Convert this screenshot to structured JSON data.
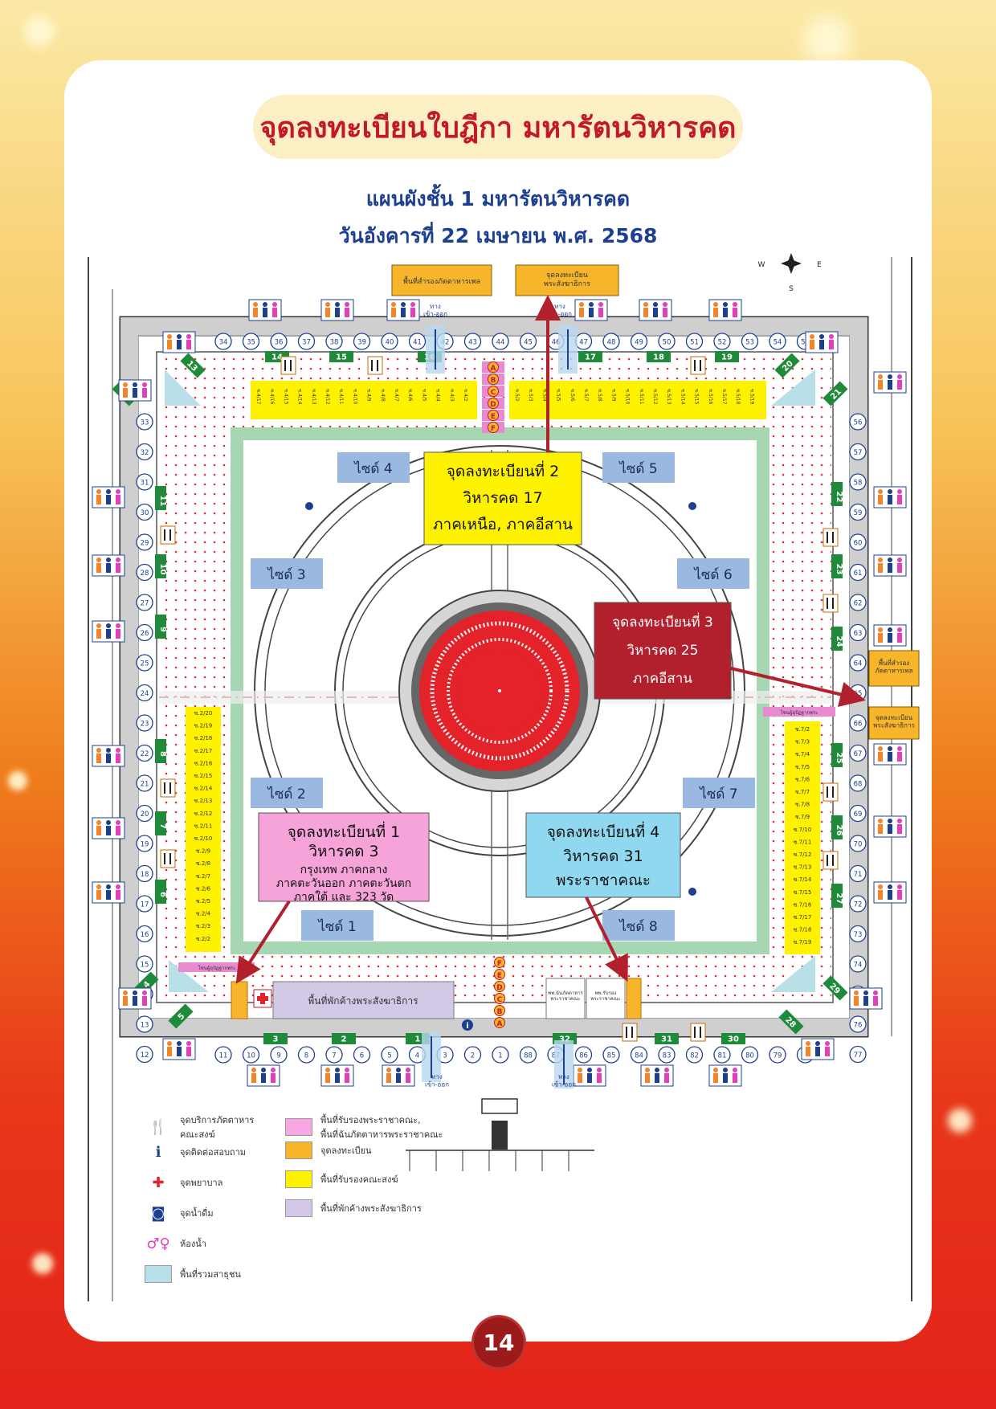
{
  "title": "จุดลงทะเบียนใบฎีกา มหารัตนวิหารคด",
  "subtitle_line1": "แผนผังชั้น 1 มหารัตนวิหารคด",
  "subtitle_line2": "วันอังคารที่ 22 เมษายน พ.ศ. 2568",
  "page_number": "14",
  "map": {
    "top_boxes": [
      "พื้นที่สำรองภัตตาหารเพล",
      "จุดลงทะเบียน\nพระสังฆาธิการ"
    ],
    "entrance_label": "ทาง\nเข้า-ออก",
    "compass": {
      "w": "W",
      "e": "E",
      "s": "S"
    },
    "sides": [
      "ไซด์ 1",
      "ไซด์ 2",
      "ไซด์ 3",
      "ไซด์ 4",
      "ไซด์ 5",
      "ไซด์ 6",
      "ไซด์ 7",
      "ไซด์ 8"
    ],
    "registration_points": [
      {
        "lines": [
          "จุดลงทะเบียนที่ 1",
          "วิหารคด 3",
          "กรุงเทพ ภาคกลาง",
          "ภาคตะวันออก ภาคตะวันตก",
          "ภาคใต้ และ 323 วัด"
        ],
        "color": "#f5a3d8"
      },
      {
        "lines": [
          "จุดลงทะเบียนที่ 2",
          "วิหารคด 17",
          "ภาคเหนือ, ภาคอีสาน"
        ],
        "color": "#fff200"
      },
      {
        "lines": [
          "จุดลงทะเบียนที่ 3",
          "วิหารคด 25",
          "ภาคอีสาน"
        ],
        "color": "#b3202d"
      },
      {
        "lines": [
          "จุดลงทะเบียนที่ 4",
          "วิหารคด 31",
          "พระราชาคณะ"
        ],
        "color": "#8fd8ef"
      }
    ],
    "right_boxes": [
      "พื้นที่สำรอง\nภัตตาหารเพล",
      "จุดลงทะเบียน\nพระสังฆาธิการ"
    ],
    "bottom_area_label": "พื้นที่พักค้างพระสังฆาธิการ",
    "bottom_small_boxes": [
      "พพ.ฉันภัตตาหาร\nพระราชาคณะ",
      "พพ.รับรอง\nพระราชาคณะ"
    ],
    "pillar_letters": [
      "A",
      "B",
      "C",
      "D",
      "E",
      "F"
    ],
    "top_numbers": [
      "34",
      "35",
      "36",
      "37",
      "38",
      "39",
      "40",
      "41",
      "42",
      "43",
      "44",
      "45",
      "46",
      "47",
      "48",
      "49",
      "50",
      "51",
      "52",
      "53",
      "54",
      "55"
    ],
    "bottom_numbers": [
      "11",
      "10",
      "9",
      "8",
      "7",
      "6",
      "5",
      "4",
      "3",
      "2",
      "1",
      "88",
      "87",
      "86",
      "85",
      "84",
      "83",
      "82",
      "81",
      "80",
      "79",
      "78"
    ],
    "left_numbers": [
      "33",
      "32",
      "31",
      "30",
      "29",
      "28",
      "27",
      "26",
      "25",
      "24",
      "23",
      "22",
      "21",
      "20",
      "19",
      "18",
      "17",
      "16",
      "15",
      "14",
      "13",
      "12"
    ],
    "right_numbers": [
      "56",
      "57",
      "58",
      "59",
      "60",
      "61",
      "62",
      "63",
      "64",
      "65",
      "66",
      "67",
      "68",
      "69",
      "70",
      "71",
      "72",
      "73",
      "74",
      "75",
      "76",
      "77"
    ],
    "top_sections": [
      "14",
      "15",
      "16",
      "17",
      "18",
      "19"
    ],
    "bottom_sections": [
      "3",
      "2",
      "1",
      "32",
      "31",
      "30"
    ],
    "left_sections": [
      "11",
      "10",
      "9",
      "8",
      "7",
      "6"
    ],
    "right_sections": [
      "22",
      "23",
      "24",
      "25",
      "26",
      "27"
    ],
    "corner_sections": [
      "12",
      "13",
      "20",
      "21",
      "4",
      "5",
      "28",
      "29"
    ],
    "left_zone_labels": [
      "ซ.2/20",
      "ซ.2/19",
      "ซ.2/18",
      "ซ.2/17",
      "ซ.2/16",
      "ซ.2/15",
      "ซ.2/14",
      "ซ.2/13",
      "ซ.2/12",
      "ซ.2/11",
      "ซ.2/10",
      "ซ.2/9",
      "ซ.2/8",
      "ซ.2/7",
      "ซ.2/6",
      "ซ.2/5",
      "ซ.2/4",
      "ซ.2/3",
      "ซ.2/2"
    ],
    "right_zone_labels": [
      "ซ.7/2",
      "ซ.7/3",
      "ซ.7/4",
      "ซ.7/5",
      "ซ.7/6",
      "ซ.7/7",
      "ซ.7/8",
      "ซ.7/9",
      "ซ.7/10",
      "ซ.7/11",
      "ซ.7/12",
      "ซ.7/13",
      "ซ.7/14",
      "ซ.7/15",
      "ซ.7/16",
      "ซ.7/17",
      "ซ.7/18",
      "ซ.7/19"
    ],
    "top_zone_labels_left": [
      "ซ.4/17",
      "ซ.4/16",
      "ซ.4/15",
      "ซ.4/14",
      "ซ.4/13",
      "ซ.4/12",
      "ซ.4/11",
      "ซ.4/10",
      "ซ.4/9",
      "ซ.4/8",
      "ซ.4/7",
      "ซ.4/6",
      "ซ.4/5",
      "ซ.4/4",
      "ซ.4/3",
      "ซ.4/2"
    ],
    "top_zone_labels_right": [
      "ซ.5/2",
      "ซ.5/3",
      "ซ.5/4",
      "ซ.5/5",
      "ซ.5/6",
      "ซ.5/7",
      "ซ.5/8",
      "ซ.5/9",
      "ซ.5/10",
      "ซ.5/11",
      "ซ.5/12",
      "ซ.5/13",
      "ซ.5/14",
      "ซ.5/15",
      "ซ.5/16",
      "ซ.5/17",
      "ซ.5/18",
      "ซ.5/19"
    ],
    "pink_strip_label": "โซนผู้อุปัฏฐากพระ"
  },
  "legend": [
    {
      "label": "จุดบริการภัตตาหาร\nคณะสงฆ์",
      "icon": "food-service-icon"
    },
    {
      "label": "จุดติดต่อสอบถาม",
      "icon": "info-icon"
    },
    {
      "label": "จุดพยาบาล",
      "icon": "first-aid-icon"
    },
    {
      "label": "จุดน้ำดื่ม",
      "icon": "water-icon"
    },
    {
      "label": "ห้องน้ำ",
      "icon": "restroom-icon"
    },
    {
      "label": "พื้นที่รวมสาธุชน",
      "color": "#b9e0e8"
    },
    {
      "label": "พื้นที่รับรองพระราชาคณะ,\nพื้นที่ฉันภัตตาหารพระราชาคณะ",
      "color": "#f7a8e4"
    },
    {
      "label": "จุดลงทะเบียน",
      "color": "#f7b52b"
    },
    {
      "label": "พื้นที่รับรองคณะสงฆ์",
      "color": "#fff200"
    },
    {
      "label": "พื้นที่พักค้างพระสังฆาธิการ",
      "color": "#d3c9e6"
    }
  ]
}
